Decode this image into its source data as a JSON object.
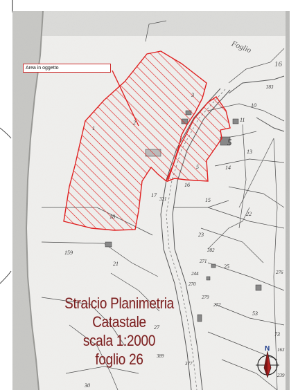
{
  "map": {
    "callout_label": "Area in oggetto",
    "title_lines": [
      "Stralcio Planimetria",
      "Catastale",
      "scala 1:2000",
      "foglio 26"
    ],
    "sheet_word": "Foglio",
    "sheet_number": "16",
    "north_label": "N",
    "hatch_color": "#e02020",
    "parcel_numbers": [
      {
        "id": "1",
        "text": "1"
      },
      {
        "id": "2",
        "text": "2"
      },
      {
        "id": "3",
        "text": "3"
      },
      {
        "id": "5a",
        "text": "5"
      },
      {
        "id": "5b",
        "text": "5"
      },
      {
        "id": "10",
        "text": "10"
      },
      {
        "id": "11",
        "text": "11"
      },
      {
        "id": "13",
        "text": "13"
      },
      {
        "id": "14",
        "text": "14"
      },
      {
        "id": "15",
        "text": "15"
      },
      {
        "id": "16",
        "text": "16"
      },
      {
        "id": "17",
        "text": "17"
      },
      {
        "id": "18",
        "text": "18"
      },
      {
        "id": "21",
        "text": "21"
      },
      {
        "id": "22",
        "text": "22"
      },
      {
        "id": "23",
        "text": "23"
      },
      {
        "id": "25",
        "text": "25"
      },
      {
        "id": "27",
        "text": "27"
      },
      {
        "id": "30",
        "text": "30"
      },
      {
        "id": "53",
        "text": "53"
      },
      {
        "id": "73",
        "text": "73"
      },
      {
        "id": "159",
        "text": "159"
      },
      {
        "id": "163",
        "text": "163"
      },
      {
        "id": "239",
        "text": "239"
      },
      {
        "id": "244",
        "text": "244"
      },
      {
        "id": "270",
        "text": "270"
      },
      {
        "id": "271",
        "text": "271"
      },
      {
        "id": "272",
        "text": "272"
      },
      {
        "id": "276",
        "text": "276"
      },
      {
        "id": "279",
        "text": "279"
      },
      {
        "id": "321",
        "text": "321"
      },
      {
        "id": "377",
        "text": "377"
      },
      {
        "id": "382",
        "text": "382"
      },
      {
        "id": "389",
        "text": "389"
      },
      {
        "id": "383",
        "text": "383"
      }
    ]
  }
}
